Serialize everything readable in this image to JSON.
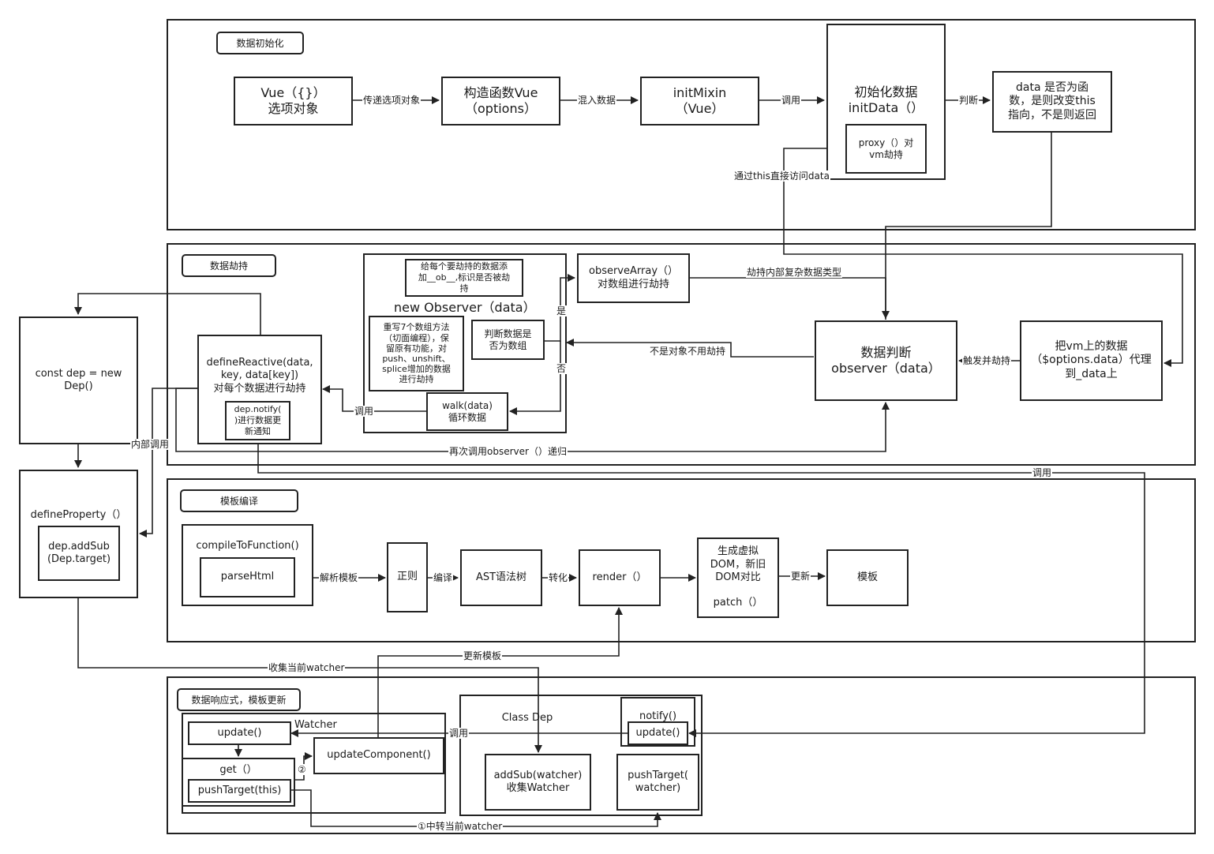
{
  "sections": {
    "init": "数据初始化",
    "hijack": "数据劫持",
    "compile": "模板编译",
    "reactive": "数据响应式，模板更新"
  },
  "nodes": {
    "vue_options": "Vue（{}）\n选项对象",
    "vue_ctor": "构造函数Vue\n（options）",
    "init_mixin": "initMixin\n（Vue）",
    "init_data": "初始化数据\ninitData（）",
    "proxy": "proxy（）对\nvm劫持",
    "data_is_fn": "data 是否为函\n数，是则改变this\n指向，不是则返回",
    "add_ob": "给每个要劫持的数据添\n加__ob__,标识是否被劫\n持",
    "new_observer": "new Observer（data）",
    "rewrite_array": "重写7个数组方法\n（切面编程），保\n留原有功能，对\npush、unshift、\nsplice增加的数据\n进行劫持",
    "is_array": "判断数据是\n否为数组",
    "walk": "walk(data)\n循环数据",
    "observe_array": "observeArray（）\n对数组进行劫持",
    "observer_judge": "数据判断\nobserver（data）",
    "vm_proxy": "把vm上的数据\n（$options.data）代理\n到_data上",
    "define_reactive": "defineReactive(data,\nkey, data[key])\n对每个数据进行劫持",
    "dep_notify": "dep.notify(\n)进行数据更\n新通知",
    "const_dep": "const dep = new\nDep()",
    "define_property": "defineProperty（）",
    "dep_addsub": "dep.addSub\n(Dep.target)",
    "compile_to_fn": "compileToFunction()",
    "parse_html": "parseHtml",
    "regex": "正则",
    "ast": "AST语法树",
    "render": "render（）",
    "vdom": "生成虚拟\nDOM，新旧\nDOM对比\n\npatch（）",
    "template": "模板",
    "watcher": "Watcher",
    "update": "update()",
    "get": "get（）",
    "push_target_this": "pushTarget(this)",
    "update_component": "updateComponent()",
    "class_dep": "Class Dep",
    "notify": "notify()",
    "dep_update": "update()",
    "add_sub_watcher": "addSub(watcher)\n收集Watcher",
    "push_target_watcher": "pushTarget(\nwatcher)"
  },
  "edge_labels": {
    "pass_options": "传递选项对象",
    "mixin": "混入数据",
    "call1": "调用",
    "judge": "判断",
    "access_via_this": "通过this直接访问data",
    "hijack_inner": "劫持内部复杂数据类型",
    "yes": "是",
    "no": "否",
    "not_object": "不是对象不用劫持",
    "trigger_hijack": "触发并劫持",
    "call2": "调用",
    "recursive": "再次调用observer（）递归",
    "internal_call": "内部调用",
    "call3": "调用",
    "parse_template": "解析模板",
    "compile": "编译",
    "convert": "转化",
    "update_dom": "更新",
    "update_template": "更新模板",
    "collect_watcher": "收集当前watcher",
    "call4": "调用",
    "step2": "②",
    "step1": "①中转当前watcher"
  }
}
